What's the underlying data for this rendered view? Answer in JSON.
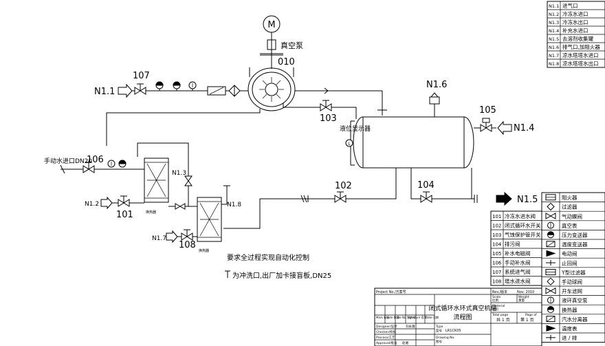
{
  "nozzle_table": [
    {
      "code": "N1.1",
      "desc": "进气口"
    },
    {
      "code": "N1.2",
      "desc": "冷冻水进口"
    },
    {
      "code": "N1.3",
      "desc": "冷冻水出口"
    },
    {
      "code": "N1.4",
      "desc": "补充水进口"
    },
    {
      "code": "N1.5",
      "desc": "去溶剂收集罐"
    },
    {
      "code": "N1.6",
      "desc": "排气口,加阻火器"
    },
    {
      "code": "N1.7",
      "desc": "凉水塔塔水进口"
    },
    {
      "code": "N1.8",
      "desc": "凉水塔塔水出口"
    }
  ],
  "valve_table": [
    {
      "code": "101",
      "desc": "冷冻水进水阀"
    },
    {
      "code": "102",
      "desc": "闭式循环水开关"
    },
    {
      "code": "103",
      "desc": "气蚀保护管开关"
    },
    {
      "code": "104",
      "desc": "排污阀"
    },
    {
      "code": "105",
      "desc": "补水电磁阀"
    },
    {
      "code": "106",
      "desc": "手动补水阀"
    },
    {
      "code": "107",
      "desc": "系统进气阀"
    },
    {
      "code": "108",
      "desc": "塔水进水阀"
    }
  ],
  "legend": [
    {
      "icon": "flame-arrester-icon",
      "label": "阻火器"
    },
    {
      "icon": "filter-icon",
      "label": "过滤器"
    },
    {
      "icon": "pneumatic-butterfly-valve-icon",
      "label": "气动蝶阀"
    },
    {
      "icon": "vacuum-gauge-icon",
      "label": "真空表"
    },
    {
      "icon": "pressure-transmitter-icon",
      "label": "压力变送器"
    },
    {
      "icon": "temperature-transmitter-icon",
      "label": "温度变送器"
    },
    {
      "icon": "solenoid-valve-icon",
      "label": "电动阀"
    },
    {
      "icon": "check-valve-icon",
      "label": "止回阀"
    },
    {
      "icon": "y-strainer-icon",
      "label": "Y型过滤器"
    },
    {
      "icon": "ball-valve-icon",
      "label": "手动球阀"
    },
    {
      "icon": "drive-screen-icon",
      "label": "开车滤网"
    },
    {
      "icon": "liquid-ring-pump-icon",
      "label": "液环真空泵"
    },
    {
      "icon": "heat-exchanger-icon",
      "label": "换热器"
    },
    {
      "icon": "steam-separator-icon",
      "label": "汽水分离器"
    },
    {
      "icon": "thermometer-icon",
      "label": "温度表"
    },
    {
      "icon": "in-out-icon",
      "label": "进 / 排"
    }
  ],
  "diagram": {
    "motor_letter": "M",
    "pump_label": "真空泵",
    "pump_tag": "010",
    "nozzles": {
      "n11": "N1.1",
      "n12": "N1.2",
      "n13": "N1.3",
      "n14": "N1.4",
      "n15": "N1.5",
      "n16": "N1.6",
      "n17": "N1.7",
      "n18": "N1.8"
    },
    "valves": {
      "v101": "101",
      "v102": "102",
      "v103": "103",
      "v104": "104",
      "v105": "105",
      "v106": "106",
      "v107": "107",
      "v108": "108"
    },
    "manual_inlet": "手动水进口DN20",
    "level_gauge": "液位显示器",
    "hx_label": "换热器",
    "automation_note": "要求全过程实现自动化控制",
    "flush_note": "为冲洗口,出厂加卡接盲板,DN25"
  },
  "title_block": {
    "project_no_label": "Project No./方案号",
    "rev_label": "Rev./版本",
    "rev_date": "Nov. 2010",
    "scale_label": "Scale",
    "scale_cn": "比例",
    "weight_label": "Weight",
    "weight_cn": "重量",
    "material_label": "Material",
    "material_cn": "材料",
    "total_page_label": "Total page",
    "total_page_value": "共 1 页",
    "page_of_label": "Page of",
    "page_of_value": "第 1 页",
    "mark_headers": [
      "Mark 标记",
      "Note 数量",
      "File No. 文件号",
      "Signature 签字",
      "Date 日期"
    ],
    "title_main": "闭式循环水环式真空机组",
    "title_sub": "流程图",
    "type_label": "Type",
    "type_cn": "型号",
    "type_value": "LR1CK05",
    "drawing_label": "Drawing No.",
    "drawing_cn": "图号",
    "designer_label": "Designer/设计",
    "designer_name": "刘永瀚",
    "checker_label": "Checker/校核",
    "process_label": "Process/工艺",
    "approval_label": "Approval/批准",
    "approval_name": "赵湘"
  }
}
